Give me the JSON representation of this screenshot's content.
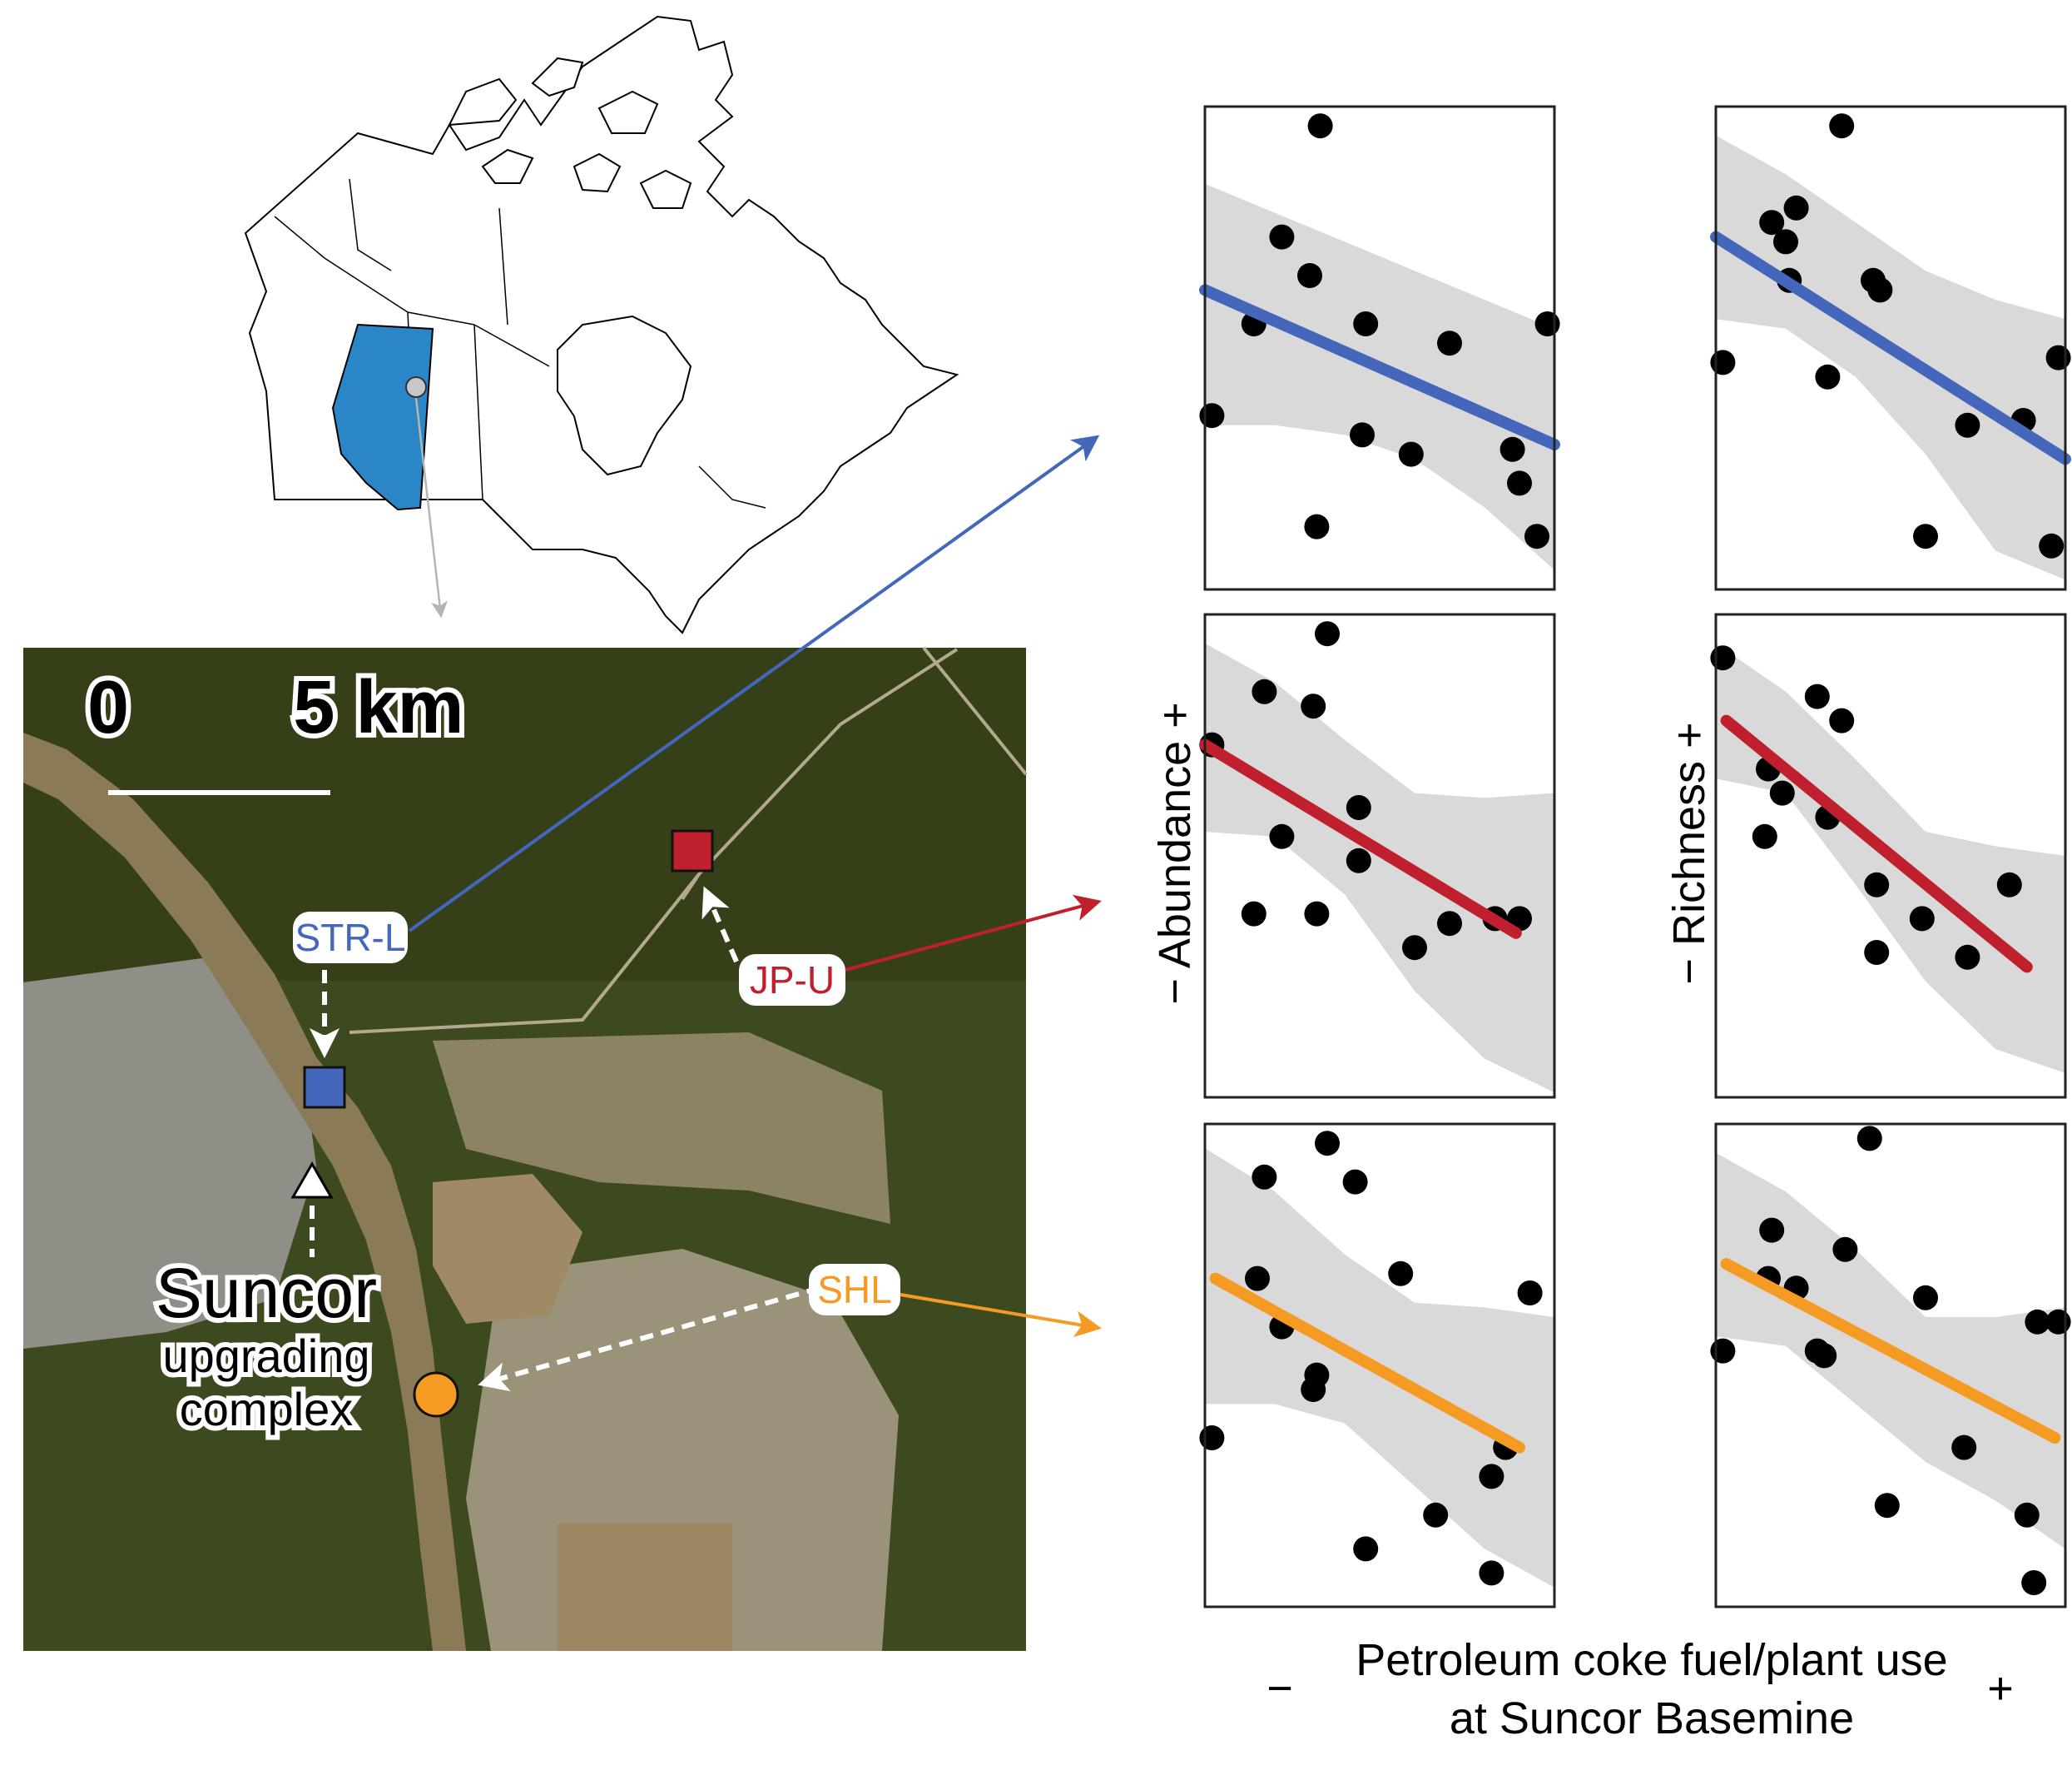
{
  "map": {
    "scale_zero": "0",
    "scale_label": "5 km",
    "sites": [
      {
        "code": "STR-L",
        "color": "#4466bb",
        "shape": "square"
      },
      {
        "code": "JP-U",
        "color": "#c0202e",
        "shape": "square"
      },
      {
        "code": "SHL",
        "color": "#f59a22",
        "shape": "circle"
      }
    ],
    "facility": {
      "name": "Suncor",
      "line1": "upgrading",
      "line2": "complex"
    },
    "province_color": "#2a86c6"
  },
  "labels": {
    "abundance": "− Abundance +",
    "richness": "− Richness +",
    "xlabel_line1": "Petroleum coke fuel/plant use",
    "xlabel_line2": "at Suncor Basemine",
    "x_minus": "−",
    "x_plus": "+"
  },
  "chart_data": [
    {
      "type": "scatter",
      "site": "STR-L",
      "metric": "Abundance",
      "color": "#4466bb",
      "trend": [
        [
          0,
          0.62
        ],
        [
          1,
          0.3
        ]
      ],
      "ci_upper": [
        0.84,
        0.78,
        0.72,
        0.66,
        0.6,
        0.54
      ],
      "ci_lower": [
        0.34,
        0.34,
        0.32,
        0.27,
        0.17,
        0.04
      ],
      "points": [
        [
          0.33,
          0.96
        ],
        [
          0.22,
          0.73
        ],
        [
          0.3,
          0.65
        ],
        [
          0.14,
          0.55
        ],
        [
          0.46,
          0.55
        ],
        [
          0.7,
          0.51
        ],
        [
          0.98,
          0.55
        ],
        [
          0.02,
          0.36
        ],
        [
          0.45,
          0.32
        ],
        [
          0.59,
          0.28
        ],
        [
          0.88,
          0.29
        ],
        [
          0.9,
          0.22
        ],
        [
          0.32,
          0.13
        ],
        [
          0.95,
          0.11
        ]
      ]
    },
    {
      "type": "scatter",
      "site": "STR-L",
      "metric": "Richness",
      "color": "#4466bb",
      "trend": [
        [
          0,
          0.73
        ],
        [
          1,
          0.27
        ]
      ],
      "ci_upper": [
        0.94,
        0.86,
        0.76,
        0.66,
        0.6,
        0.56
      ],
      "ci_lower": [
        0.56,
        0.54,
        0.44,
        0.28,
        0.08,
        0.02
      ],
      "points": [
        [
          0.36,
          0.96
        ],
        [
          0.23,
          0.79
        ],
        [
          0.16,
          0.76
        ],
        [
          0.2,
          0.72
        ],
        [
          0.21,
          0.64
        ],
        [
          0.45,
          0.64
        ],
        [
          0.47,
          0.62
        ],
        [
          0.02,
          0.47
        ],
        [
          0.32,
          0.44
        ],
        [
          0.72,
          0.34
        ],
        [
          0.88,
          0.35
        ],
        [
          0.98,
          0.48
        ],
        [
          0.6,
          0.11
        ],
        [
          0.96,
          0.09
        ]
      ]
    },
    {
      "type": "scatter",
      "site": "JP-U",
      "metric": "Abundance",
      "color": "#c0202e",
      "trend": [
        [
          0,
          0.73
        ],
        [
          0.89,
          0.34
        ]
      ],
      "ci_upper": [
        0.94,
        0.86,
        0.74,
        0.63,
        0.62,
        0.63
      ],
      "ci_lower": [
        0.55,
        0.54,
        0.42,
        0.22,
        0.08,
        0.01
      ],
      "points": [
        [
          0.35,
          0.96
        ],
        [
          0.17,
          0.84
        ],
        [
          0.31,
          0.81
        ],
        [
          0.02,
          0.73
        ],
        [
          0.44,
          0.6
        ],
        [
          0.22,
          0.54
        ],
        [
          0.44,
          0.49
        ],
        [
          0.14,
          0.38
        ],
        [
          0.32,
          0.38
        ],
        [
          0.6,
          0.31
        ],
        [
          0.7,
          0.36
        ],
        [
          0.83,
          0.37
        ],
        [
          0.9,
          0.37
        ]
      ]
    },
    {
      "type": "scatter",
      "site": "JP-U",
      "metric": "Richness",
      "color": "#c0202e",
      "trend": [
        [
          0.03,
          0.78
        ],
        [
          0.89,
          0.27
        ]
      ],
      "ci_upper": [
        0.94,
        0.84,
        0.7,
        0.55,
        0.52,
        0.5
      ],
      "ci_lower": [
        0.66,
        0.63,
        0.44,
        0.24,
        0.1,
        0.05
      ],
      "points": [
        [
          0.02,
          0.91
        ],
        [
          0.29,
          0.83
        ],
        [
          0.36,
          0.78
        ],
        [
          0.15,
          0.68
        ],
        [
          0.19,
          0.63
        ],
        [
          0.32,
          0.58
        ],
        [
          0.14,
          0.54
        ],
        [
          0.46,
          0.44
        ],
        [
          0.59,
          0.37
        ],
        [
          0.84,
          0.44
        ],
        [
          0.46,
          0.3
        ],
        [
          0.72,
          0.29
        ]
      ]
    },
    {
      "type": "scatter",
      "site": "SHL",
      "metric": "Abundance",
      "color": "#f59a22",
      "trend": [
        [
          0.03,
          0.68
        ],
        [
          0.9,
          0.33
        ]
      ],
      "ci_upper": [
        0.95,
        0.86,
        0.73,
        0.63,
        0.62,
        0.6
      ],
      "ci_lower": [
        0.42,
        0.42,
        0.38,
        0.25,
        0.12,
        0.04
      ],
      "points": [
        [
          0.35,
          0.96
        ],
        [
          0.17,
          0.89
        ],
        [
          0.43,
          0.88
        ],
        [
          0.56,
          0.69
        ],
        [
          0.93,
          0.65
        ],
        [
          0.15,
          0.68
        ],
        [
          0.22,
          0.58
        ],
        [
          0.32,
          0.48
        ],
        [
          0.31,
          0.45
        ],
        [
          0.02,
          0.35
        ],
        [
          0.86,
          0.33
        ],
        [
          0.82,
          0.27
        ],
        [
          0.66,
          0.19
        ],
        [
          0.46,
          0.12
        ],
        [
          0.82,
          0.07
        ]
      ]
    },
    {
      "type": "scatter",
      "site": "SHL",
      "metric": "Richness",
      "color": "#f59a22",
      "trend": [
        [
          0.03,
          0.71
        ],
        [
          0.97,
          0.35
        ]
      ],
      "ci_upper": [
        0.94,
        0.86,
        0.74,
        0.6,
        0.6,
        0.62
      ],
      "ci_lower": [
        0.56,
        0.54,
        0.42,
        0.3,
        0.22,
        0.12
      ],
      "points": [
        [
          0.44,
          0.97
        ],
        [
          0.16,
          0.78
        ],
        [
          0.37,
          0.74
        ],
        [
          0.15,
          0.68
        ],
        [
          0.23,
          0.66
        ],
        [
          0.6,
          0.64
        ],
        [
          0.92,
          0.59
        ],
        [
          0.98,
          0.59
        ],
        [
          0.02,
          0.53
        ],
        [
          0.29,
          0.53
        ],
        [
          0.31,
          0.52
        ],
        [
          0.71,
          0.33
        ],
        [
          0.49,
          0.21
        ],
        [
          0.89,
          0.19
        ],
        [
          0.91,
          0.05
        ]
      ]
    }
  ]
}
